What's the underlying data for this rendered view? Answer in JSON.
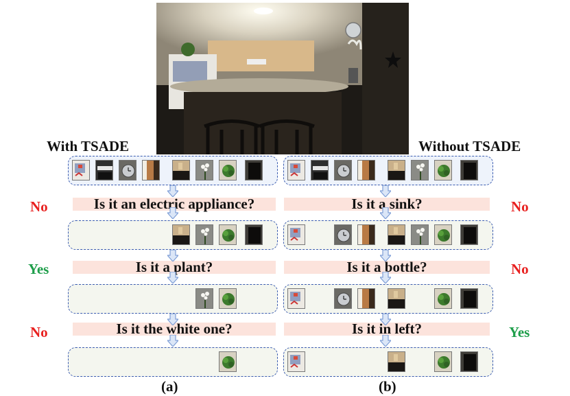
{
  "left_panel": {
    "title": "With TSADE",
    "caption": "(a)",
    "questions": [
      {
        "text": "Is it an electric appliance?",
        "answer": "No"
      },
      {
        "text": "Is it a plant?",
        "answer": "Yes"
      },
      {
        "text": "Is it the white one?",
        "answer": "No"
      }
    ],
    "rows": [
      [
        "fridge",
        "stove",
        "clock",
        "door",
        "cabinet",
        "orchid",
        "plant",
        "chair"
      ],
      [
        "orchid",
        "plant",
        "cabinet",
        "chair"
      ],
      [
        "orchid",
        "plant"
      ],
      [
        "plant"
      ]
    ]
  },
  "right_panel": {
    "title": "Without TSADE",
    "caption": "(b)",
    "questions": [
      {
        "text": "Is it a sink?",
        "answer": "No"
      },
      {
        "text": "Is it a bottle?",
        "answer": "No"
      },
      {
        "text": "Is it in left?",
        "answer": "Yes"
      }
    ],
    "rows": [
      [
        "fridge",
        "stove",
        "clock",
        "door",
        "cabinet",
        "orchid",
        "plant",
        "chair"
      ],
      [
        "fridge",
        "clock",
        "door",
        "cabinet",
        "orchid",
        "plant",
        "chair"
      ],
      [
        "fridge",
        "clock",
        "door",
        "cabinet",
        "plant",
        "chair"
      ],
      [
        "fridge",
        "cabinet",
        "plant",
        "chair"
      ]
    ]
  },
  "colors": {
    "no": "#e8201f",
    "yes": "#1e9e4a",
    "question_bar": "#fce3dc",
    "box_border": "#3a5bb0",
    "arrow": "#7e9ed6"
  }
}
